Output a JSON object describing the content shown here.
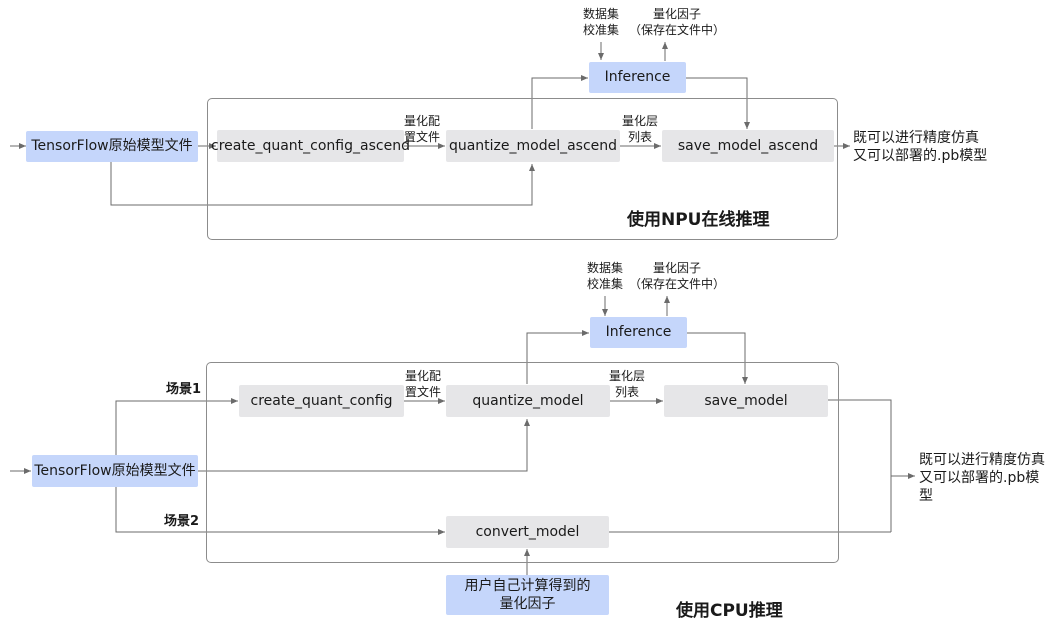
{
  "top": {
    "source": "TensorFlow原始模型文件",
    "create": "create_quant_config_ascend",
    "quantize": "quantize_model_ascend",
    "save": "save_model_ascend",
    "inference": "Inference",
    "dataset_l1": "数据集",
    "dataset_l2": "校准集",
    "factor_l1": "量化因子",
    "factor_l2": "（保存在文件中）",
    "config_l1": "量化配",
    "config_l2": "置文件",
    "layers_l1": "量化层",
    "layers_l2": "列表",
    "output_l1": "既可以进行精度仿真",
    "output_l2": "又可以部署的.pb模型",
    "title": "使用NPU在线推理"
  },
  "bottom": {
    "source": "TensorFlow原始模型文件",
    "create": "create_quant_config",
    "quantize": "quantize_model",
    "save": "save_model",
    "convert": "convert_model",
    "inference": "Inference",
    "dataset_l1": "数据集",
    "dataset_l2": "校准集",
    "factor_l1": "量化因子",
    "factor_l2": "（保存在文件中）",
    "config_l1": "量化配",
    "config_l2": "置文件",
    "layers_l1": "量化层",
    "layers_l2": "列表",
    "scene1": "场景1",
    "scene2": "场景2",
    "user_factor_l1": "用户自己计算得到的",
    "user_factor_l2": "量化因子",
    "output_l1": "既可以进行精度仿真",
    "output_l2": "又可以部署的.pb模",
    "output_l3": "型",
    "title": "使用CPU推理"
  },
  "colors": {
    "node_gray": "#e6e6e8",
    "node_blue": "#c5d6fb",
    "line": "#6b6b6b"
  }
}
